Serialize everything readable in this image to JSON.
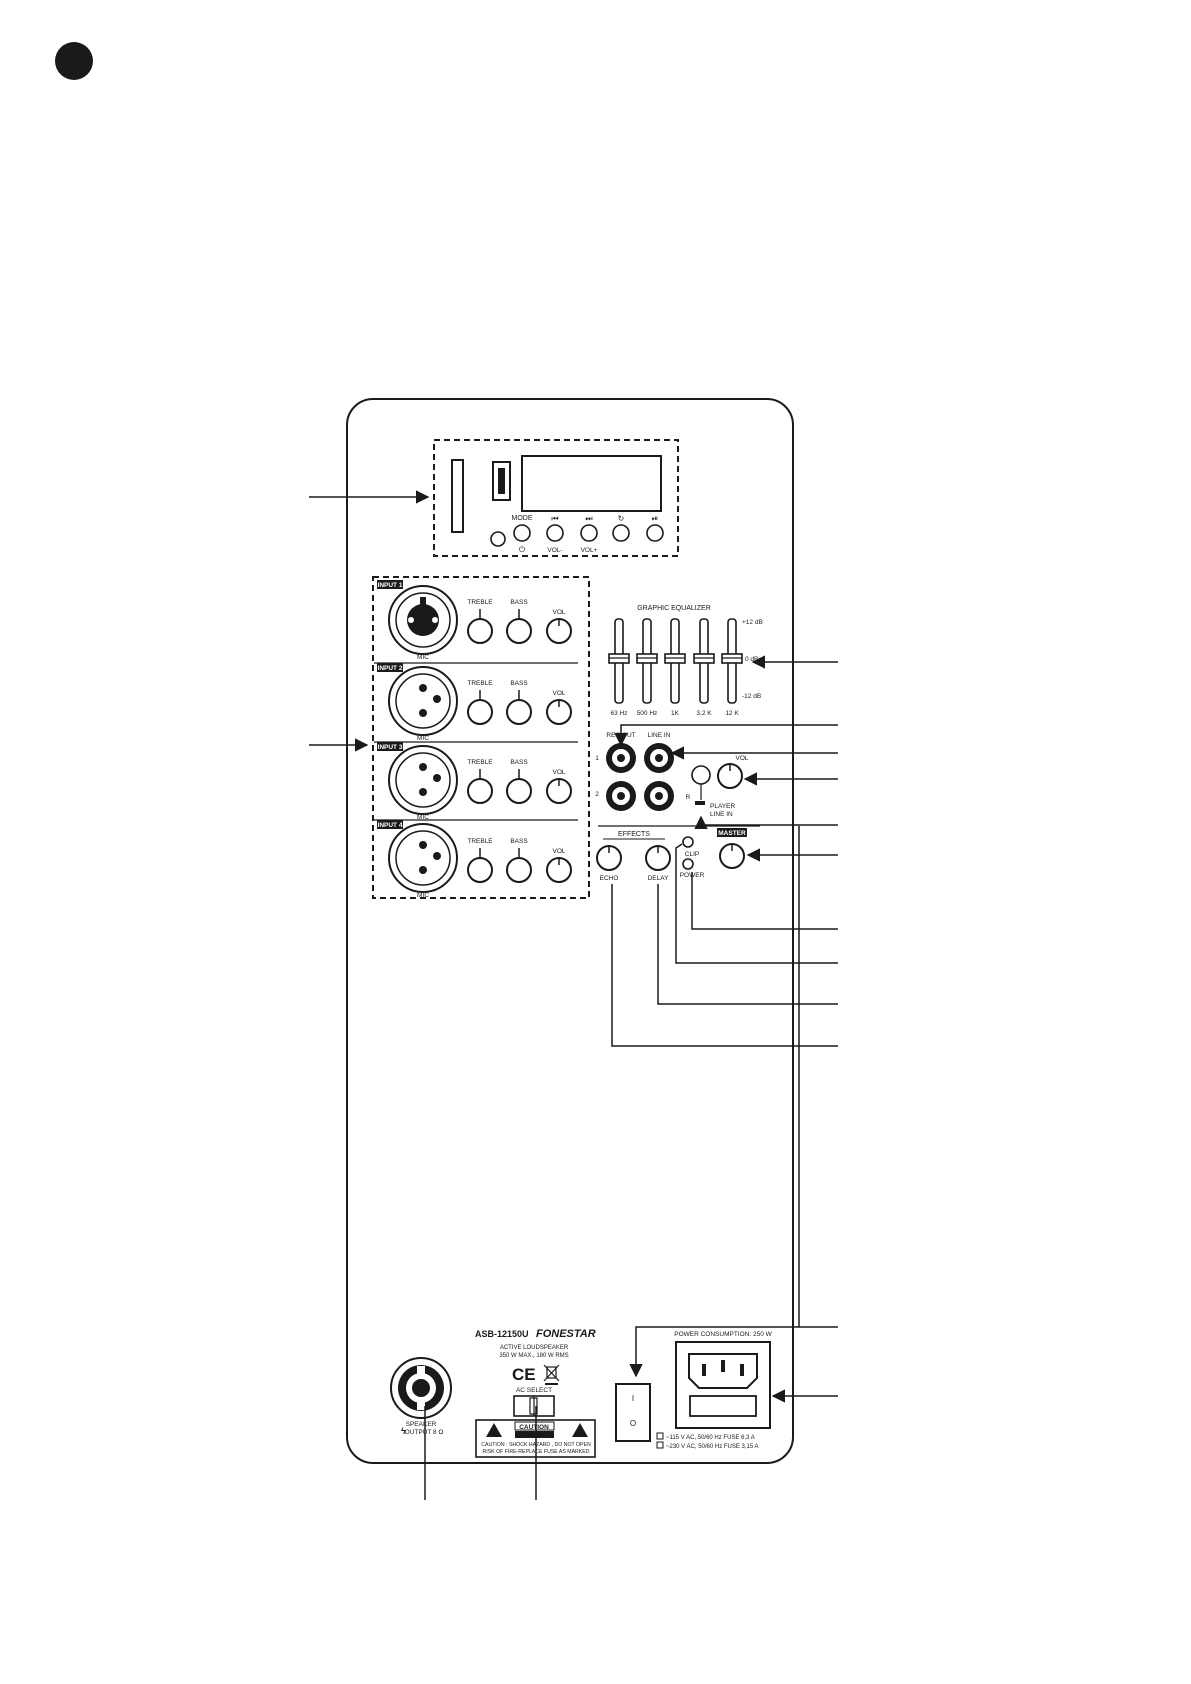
{
  "display_panel": {
    "mode_label": "MODE",
    "power_symbol": "⏻",
    "prev_symbol": "⏮",
    "next_symbol": "⏭",
    "repeat_symbol": "↻",
    "play_pause_symbol": "⏯",
    "vol_minus_label": "VOL-",
    "vol_plus_label": "VOL+"
  },
  "inputs": [
    {
      "title": "INPUT 1",
      "treble": "TREBLE",
      "bass": "BASS",
      "vol": "VOL",
      "mic": "MIC"
    },
    {
      "title": "INPUT 2",
      "treble": "TREBLE",
      "bass": "BASS",
      "vol": "VOL",
      "mic": "MIC"
    },
    {
      "title": "INPUT 3",
      "treble": "TREBLE",
      "bass": "BASS",
      "vol": "VOL",
      "mic": "MIC"
    },
    {
      "title": "INPUT 4",
      "treble": "TREBLE",
      "bass": "BASS",
      "vol": "VOL",
      "mic": "MIC"
    }
  ],
  "equalizer": {
    "title": "GRAPHIC EQUALIZER",
    "plus_label": "+12 dB",
    "zero_label": "0 dB",
    "minus_label": "-12 dB",
    "bands": [
      "63 Hz",
      "500 Hz",
      "1K",
      "3,2 K",
      "12 K"
    ]
  },
  "rca": {
    "rec_out": "REC OUT",
    "line_in": "LINE IN",
    "ch1": "1",
    "ch2": "2",
    "r_label": "R",
    "vol": "VOL",
    "player": "PLAYER",
    "player_line_in": "LINE IN"
  },
  "effects": {
    "title": "EFFECTS",
    "echo": "ECHO",
    "delay": "DELAY",
    "clip": "CLIP",
    "power": "POWER",
    "master": "MASTER"
  },
  "bottom": {
    "model": "ASB-12150U",
    "brand": "FONESTAR",
    "product_line1": "ACTIVE LOUDSPEAKER",
    "product_line2": "350 W MAX., 180 W RMS",
    "marks": "CE",
    "ac_select": "AC SELECT",
    "caution_title": "CAUTION",
    "caution_line1": "CAUTION : SHOCK HAZARD , DO NOT OPEN",
    "caution_line2": "RISK OF FIRE-REPLACE FUSE AS MARKED",
    "speaker_line1": "SPEAKER",
    "speaker_line2": "OUTPUT 8 Ω",
    "power_consumption": "POWER CONSUMPTION: 250 W",
    "fuse_115": "~115 V AC, 50/60 Hz FUSE 6,3 A",
    "fuse_230": "~230 V AC, 50/60 Hz FUSE 3,15 A",
    "switch_on": "I",
    "switch_off": "O"
  }
}
